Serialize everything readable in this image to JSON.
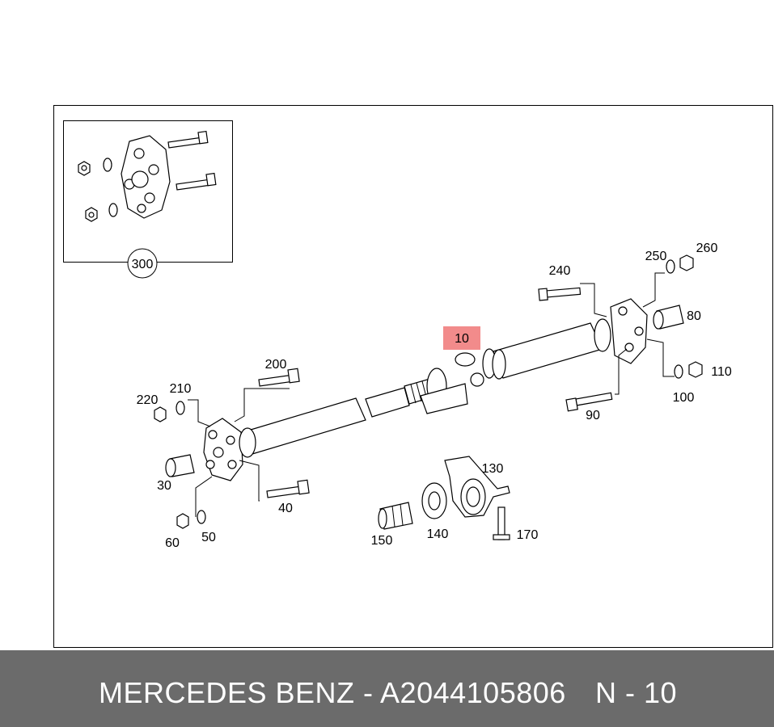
{
  "footer": {
    "brand_part": "MERCEDES BENZ - A2044105806",
    "diagram_code": "N - 10"
  },
  "inset": {
    "label": "300"
  },
  "highlight": {
    "label": "10",
    "color": "#f28b8b"
  },
  "callouts": {
    "c240": "240",
    "c250": "250",
    "c260": "260",
    "c80": "80",
    "c110": "110",
    "c100": "100",
    "c90": "90",
    "c200": "200",
    "c210": "210",
    "c220": "220",
    "c30": "30",
    "c40": "40",
    "c60": "60",
    "c50": "50",
    "c130": "130",
    "c150": "150",
    "c140": "140",
    "c170": "170"
  }
}
